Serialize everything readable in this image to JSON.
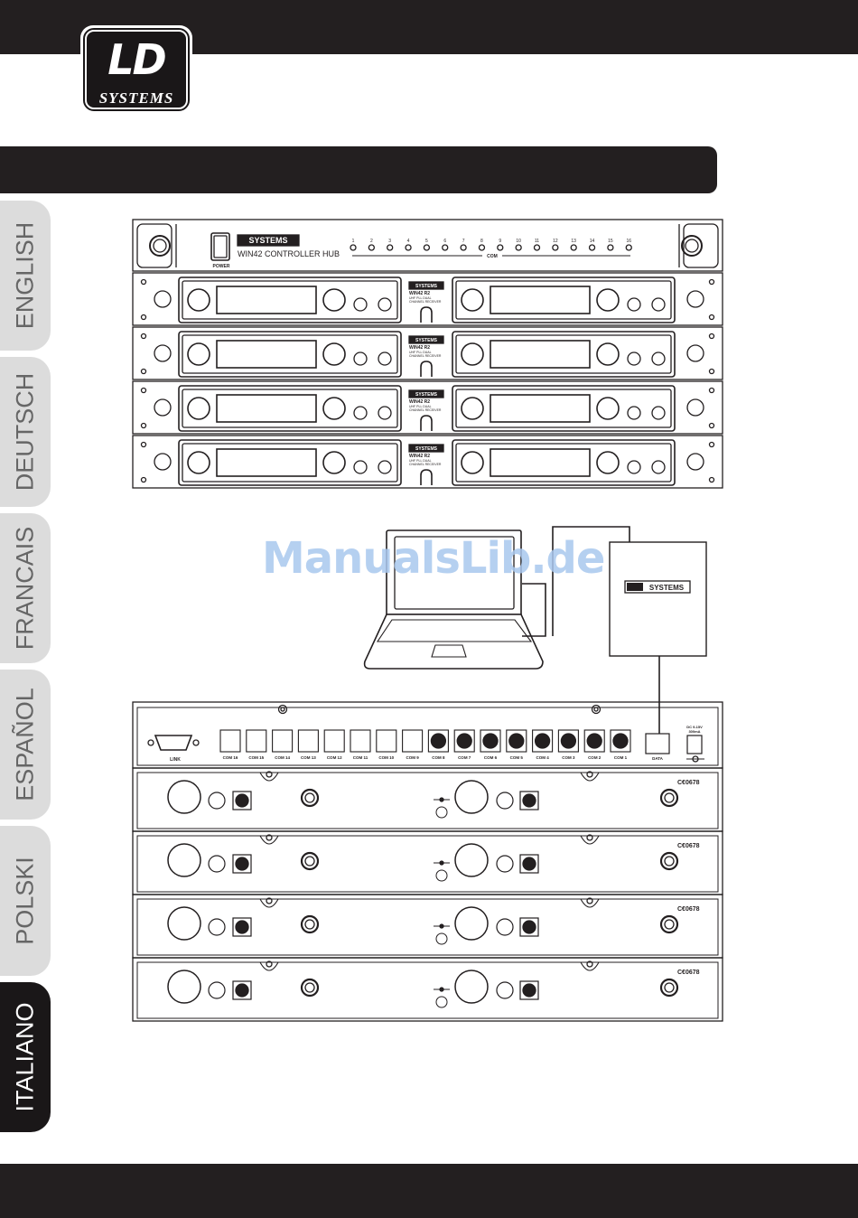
{
  "brand": {
    "logo_main": "LD",
    "logo_sub": "SYSTEMS"
  },
  "colors": {
    "dark": "#231f20",
    "tab_inactive": "#dcdcdc",
    "tab_text": "#666666",
    "watermark": "#a9c8ee"
  },
  "tabs": [
    {
      "label": "ENGLISH",
      "active": false
    },
    {
      "label": "DEUTSCH",
      "active": false
    },
    {
      "label": "FRANCAIS",
      "active": false
    },
    {
      "label": "ESPAÑOL",
      "active": false
    },
    {
      "label": "POLSKI",
      "active": false
    },
    {
      "label": "ITALIANO",
      "active": true
    }
  ],
  "hub_front": {
    "brand": "SYSTEMS",
    "model": "WIN42 CONTROLLER HUB",
    "power_label": "POWER",
    "com_label": "COM",
    "channel_numbers": [
      "1",
      "2",
      "3",
      "4",
      "5",
      "6",
      "7",
      "8",
      "9",
      "10",
      "11",
      "12",
      "13",
      "14",
      "15",
      "16"
    ]
  },
  "receiver_front": {
    "brand": "SYSTEMS",
    "model": "WIN42 R2",
    "line1": "UHF PLL DUAL",
    "line2": "CHANNEL RECEIVER"
  },
  "computer": {
    "brand": "SYSTEMS"
  },
  "hub_back": {
    "link_label": "LINK",
    "com_ports": [
      "COM 16",
      "COM 15",
      "COM 14",
      "COM 13",
      "COM 12",
      "COM 11",
      "COM 10",
      "COM 9",
      "COM 8",
      "COM 7",
      "COM 6",
      "COM 5",
      "COM 4",
      "COM 3",
      "COM 2",
      "COM 1"
    ],
    "data_label": "DATA",
    "dc_label": "DC 9-15V",
    "dc_current": "300mA"
  },
  "receiver_back": {
    "cert": "C€0678"
  },
  "watermark": "ManualsLib.de"
}
